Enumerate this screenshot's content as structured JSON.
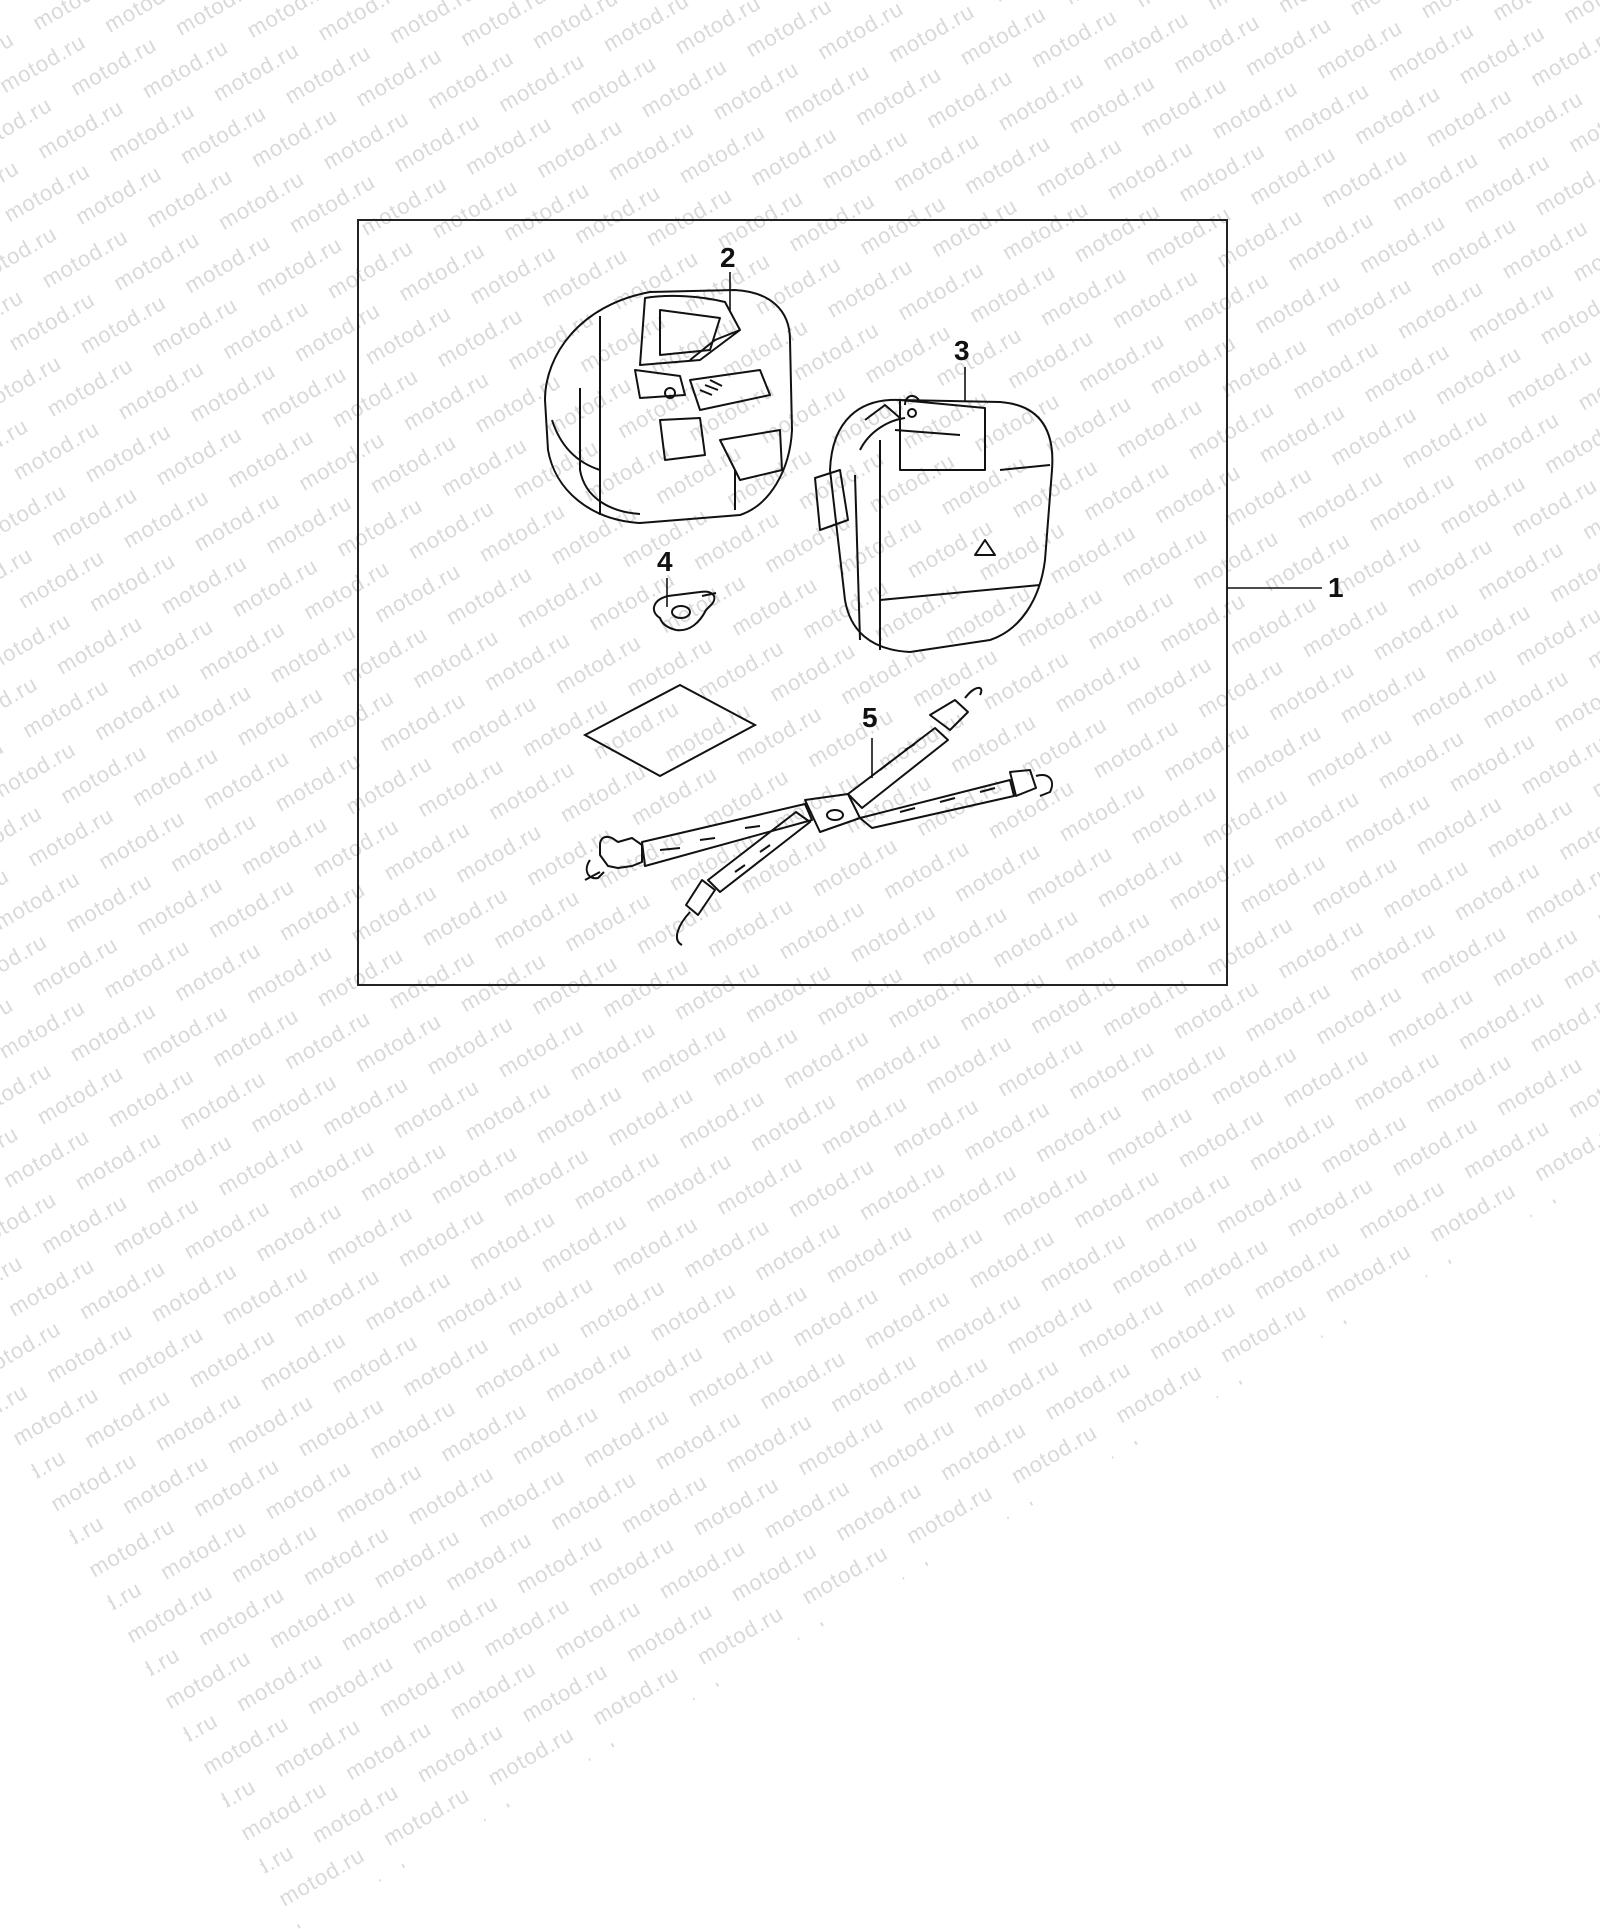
{
  "watermark": {
    "text": "motod.ru"
  },
  "callouts": {
    "c1": "1",
    "c2": "2",
    "c3": "3",
    "c4": "4",
    "c5": "5"
  },
  "colors": {
    "line": "#111111",
    "frame": "#222222",
    "watermark": "#d9d9d9"
  },
  "parts": [
    "case-left",
    "case-right",
    "lock-washer",
    "instruction-sheet",
    "strap-set"
  ]
}
